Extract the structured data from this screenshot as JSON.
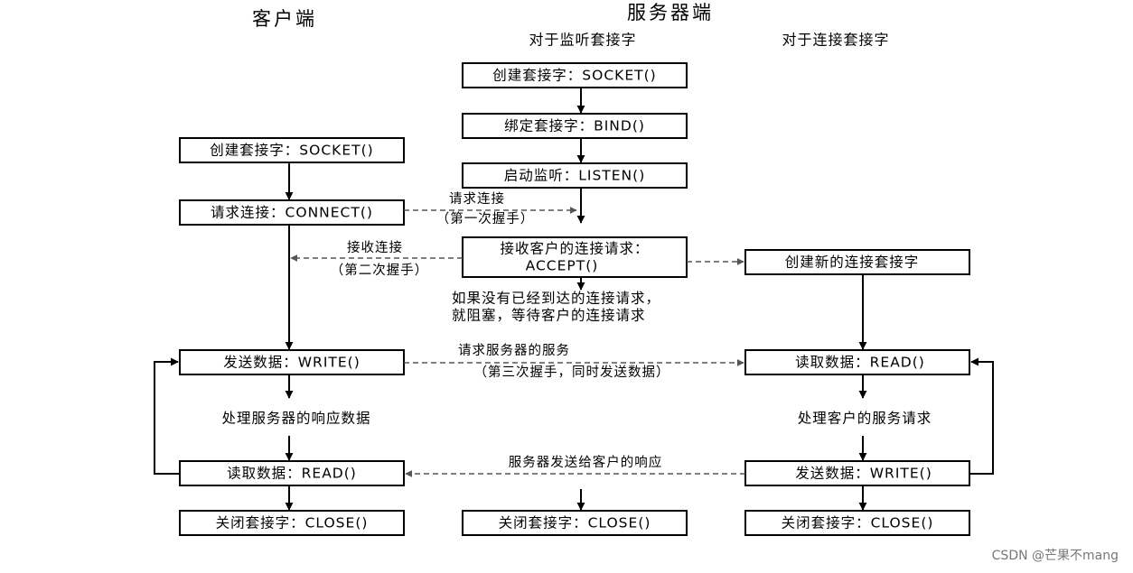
{
  "headers": {
    "client": "客户端",
    "server": "服务器端",
    "listen_socket": "对于监听套接字",
    "conn_socket": "对于连接套接字"
  },
  "server_listen": {
    "socket": "创建套接字：SOCKET()",
    "bind": "绑定套接字：BIND()",
    "listen": "启动监听：LISTEN()",
    "accept_line1": "接收客户的连接请求：",
    "accept_line2": "ACCEPT()",
    "block_line1": "如果没有已经到达的连接请求，",
    "block_line2": "就阻塞，等待客户的连接请求",
    "close": "关闭套接字：CLOSE()"
  },
  "client": {
    "socket": "创建套接字：SOCKET()",
    "connect": "请求连接：CONNECT()",
    "write": "发送数据：WRITE()",
    "process": "处理服务器的响应数据",
    "read": "读取数据：READ()",
    "close": "关闭套接字：CLOSE()"
  },
  "server_conn": {
    "new_socket": "创建新的连接套接字",
    "read": "读取数据：READ()",
    "process": "处理客户的服务请求",
    "write": "发送数据：WRITE()",
    "close": "关闭套接字：CLOSE()"
  },
  "messages": {
    "req_conn": "请求连接",
    "handshake1": "（第一次握手）",
    "accept_conn": "接收连接",
    "handshake2": "（第二次握手）",
    "req_service": "请求服务器的服务",
    "handshake3": "（第三次握手，同时发送数据）",
    "response": "服务器发送给客户的响应"
  },
  "watermark": "CSDN @芒果不mang"
}
